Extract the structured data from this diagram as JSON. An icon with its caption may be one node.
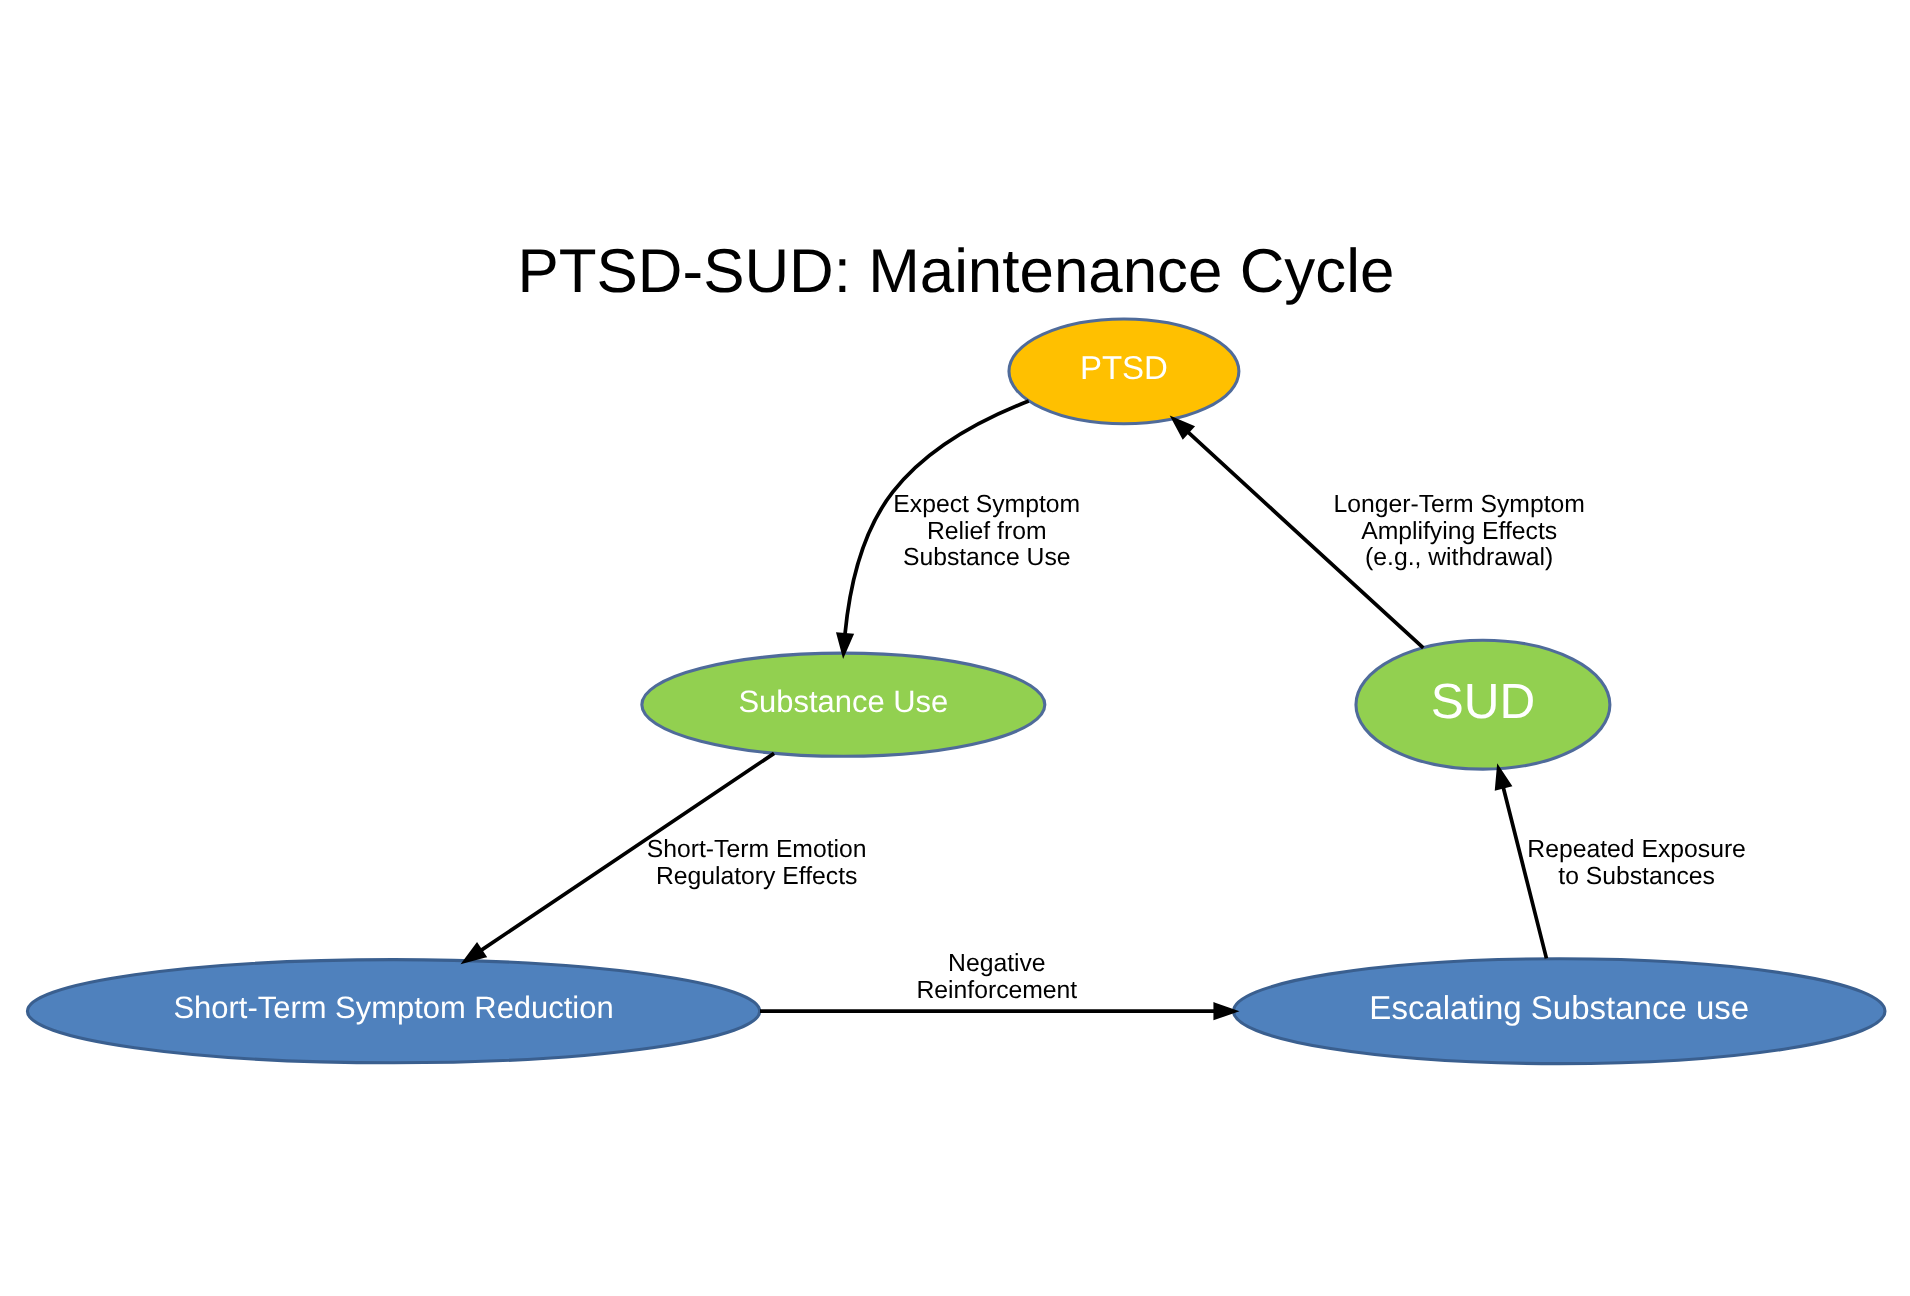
{
  "diagram": {
    "title": "PTSD-SUD: Maintenance Cycle",
    "nodes": [
      {
        "text": [
          "PTSD"
        ]
      },
      {
        "text": [
          "Substance Use"
        ]
      },
      {
        "text": [
          "Short-Term Symptom Reduction"
        ]
      },
      {
        "text": [
          "Escalating Substance use"
        ]
      },
      {
        "text": [
          "SUD"
        ]
      }
    ],
    "edges": [
      {
        "from": 0,
        "to": 1,
        "arrow": "to",
        "label": "Expect Symptom Relief from Substance Use"
      },
      {
        "from": 1,
        "to": 2,
        "arrow": "to",
        "label": "Short-Term Emotion Regulatory Effects"
      },
      {
        "from": 2,
        "to": 3,
        "arrow": "to",
        "label": "Negative Reinforcement"
      },
      {
        "from": 3,
        "to": 4,
        "arrow": "to",
        "label": "Repeated Exposure to Substances"
      },
      {
        "from": 4,
        "to": 0,
        "arrow": "to",
        "label": "Longer-Term Symptom Amplifying Effects (e.g., withdrawal)"
      }
    ]
  }
}
